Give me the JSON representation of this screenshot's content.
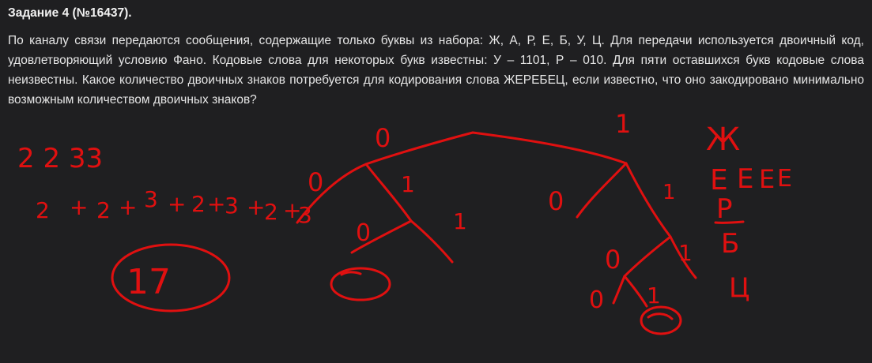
{
  "task": {
    "title": "Задание 4 (№16437).",
    "text": "По каналу связи передаются сообщения, содержащие только буквы из набора: Ж, А, Р, Е, Б, У, Ц. Для передачи используется двоичный код, удовлетворяющий условию Фано. Кодовые слова для некоторых букв известны: У – 1101, Р – 010. Для пяти оставшихся букв кодовые слова неизвестны. Какое количество двоичных знаков потребуется для кодирования слова ЖЕРЕБЕЦ, если известно, что оно закодировано минимально возможным количеством двоичных знаков?"
  },
  "annotations": {
    "tree_labels": {
      "root_left": "0",
      "root_right": "1",
      "l_left": "0",
      "l_right": "1",
      "ll_left": "0",
      "ll_right": "1",
      "r_left": "0",
      "r_right": "1",
      "rr_left": "0",
      "rr_right": "1",
      "rrl_left": "0",
      "rrl_right": "1"
    },
    "lengths": "2 2 33",
    "sum_parts": [
      "2",
      "+",
      "2",
      "+",
      "3",
      "+",
      "2",
      "+",
      "3",
      "+",
      "2",
      "+",
      "3"
    ],
    "answer": "17",
    "letters": [
      "Ж",
      "Е",
      "Е",
      "Е",
      "Е",
      "Р",
      "Б",
      "Ц"
    ]
  },
  "colors": {
    "background": "#1f1f21",
    "text": "#e6e6e6",
    "ink": "#e01010"
  }
}
